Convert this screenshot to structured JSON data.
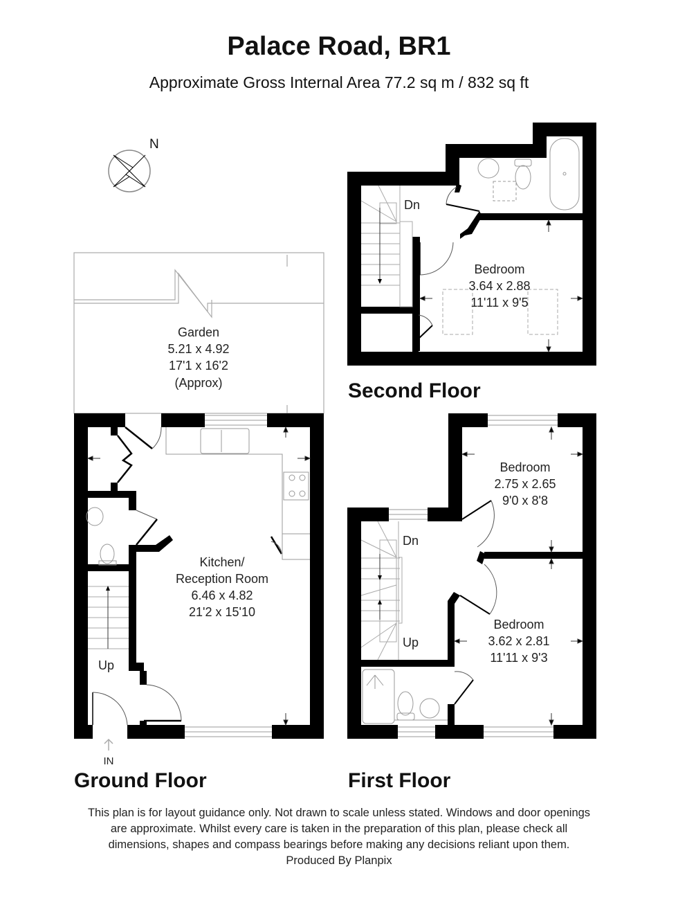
{
  "header": {
    "title": "Palace Road, BR1",
    "subtitle": "Approximate Gross Internal Area 77.2 sq m / 832 sq ft"
  },
  "compass": {
    "icon": "compass-rose-icon",
    "label": "N"
  },
  "floors": {
    "ground": {
      "label": "Ground Floor",
      "rooms": [
        {
          "name": "Garden",
          "metric": "5.21 x 4.92",
          "imperial": "17'1 x 16'2",
          "note": "(Approx)"
        },
        {
          "name": "Kitchen/",
          "name2": "Reception Room",
          "metric": "6.46 x 4.82",
          "imperial": "21'2 x 15'10"
        }
      ],
      "stairs": "Up",
      "entrance": "IN"
    },
    "first": {
      "label": "First Floor",
      "rooms": [
        {
          "name": "Bedroom",
          "metric": "2.75 x 2.65",
          "imperial": "9'0 x 8'8"
        },
        {
          "name": "Bedroom",
          "metric": "3.62 x 2.81",
          "imperial": "11'11 x 9'3"
        }
      ],
      "stairs_down": "Dn",
      "stairs_up": "Up"
    },
    "second": {
      "label": "Second Floor",
      "rooms": [
        {
          "name": "Bedroom",
          "metric": "3.64 x 2.88",
          "imperial": "11'11 x 9'5"
        }
      ],
      "stairs_down": "Dn"
    }
  },
  "disclaimer": {
    "line1": "This plan is for layout guidance only. Not drawn to scale unless stated. Windows and door openings",
    "line2": "are approximate. Whilst every care is taken in the preparation of this plan, please check all",
    "line3": "dimensions, shapes and compass bearings before making any decisions reliant upon them.",
    "line4": "Produced By Planpix"
  },
  "colors": {
    "wall": "#000000",
    "fixture": "#888888",
    "text": "#222222"
  }
}
